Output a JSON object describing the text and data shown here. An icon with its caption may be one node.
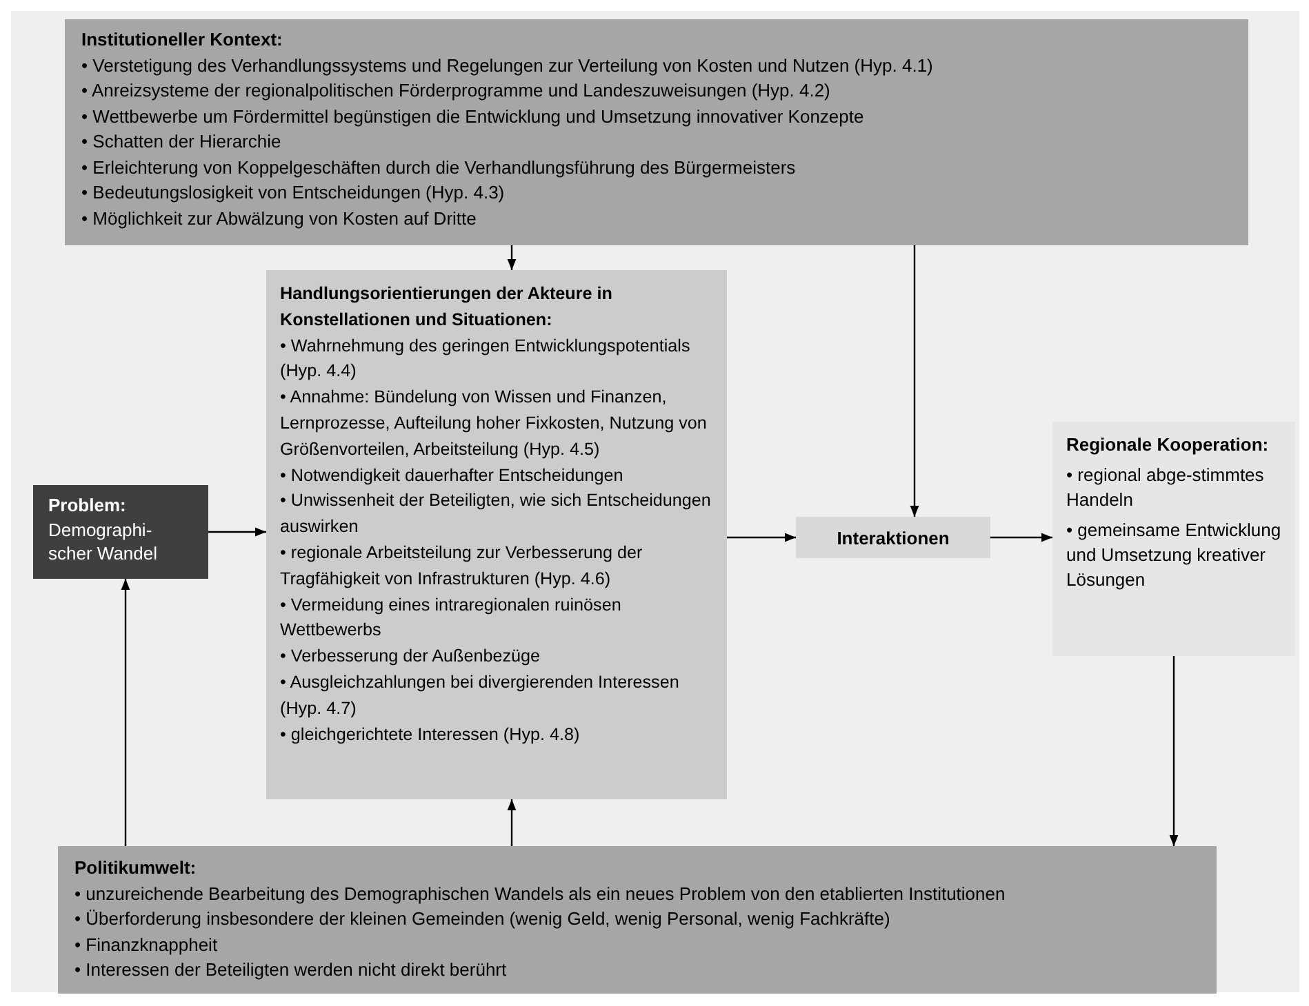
{
  "diagram": {
    "nodes": [
      {
        "text": [
          "Institutioneller Kontext:",
          "• Verstetigung des Verhandlungssystems und Regelungen zur Verteilung von Kosten und Nutzen (Hyp. 4.1)",
          "• Anreizsysteme der regionalpolitischen Förderprogramme und Landeszuweisungen (Hyp. 4.2)",
          "• Wettbewerbe um Fördermittel begünstigen die Entwicklung und Umsetzung innovativer Konzepte",
          "• Schatten der Hierarchie",
          "• Erleichterung von Koppelgeschäften durch die Verhandlungsführung des Bürgermeisters",
          "• Bedeutungslosigkeit von Entscheidungen (Hyp. 4.3)",
          "• Möglichkeit zur Abwälzung von Kosten auf Dritte"
        ]
      },
      {
        "text": [
          "Problem:",
          "Demographi-scher Wandel"
        ]
      },
      {
        "text": [
          "Handlungsorientierungen der Akteure in Konstellationen und Situationen:",
          "• Wahrnehmung des geringen Entwicklungspotentials (Hyp. 4.4)",
          "• Annahme: Bündelung von Wissen und Finanzen, Lernprozesse, Aufteilung hoher Fixkosten, Nutzung von Größenvorteilen, Arbeitsteilung (Hyp. 4.5)",
          "• Notwendigkeit dauerhafter Entscheidungen",
          "• Unwissenheit der Beteiligten, wie sich Entscheidungen auswirken",
          "• regionale Arbeitsteilung zur Verbesserung der Tragfähigkeit von Infrastrukturen (Hyp. 4.6)",
          "• Vermeidung eines intraregionalen ruinösen Wettbewerbs",
          "• Verbesserung der Außenbezüge",
          "• Ausgleichzahlungen bei divergierenden Interessen (Hyp. 4.7)",
          "• gleichgerichtete Interessen (Hyp. 4.8)"
        ]
      },
      {
        "text": [
          "Interaktionen"
        ]
      },
      {
        "text": [
          "Regionale Kooperation:",
          "• regional abge-stimmtes Handeln",
          "• gemeinsame Entwicklung und Umsetzung kreativer Lösungen"
        ]
      },
      {
        "text": [
          "Politikumwelt:",
          "• unzureichende Bearbeitung des Demographischen Wandels als ein neues Problem von den etablierten Institutionen",
          "• Überforderung insbesondere der kleinen Gemeinden (wenig Geld, wenig Personal, wenig Fachkräfte)",
          "• Finanzknappheit",
          "• Interessen der Beteiligten werden nicht direkt berührt"
        ]
      }
    ],
    "edges": [
      {
        "from": 0,
        "to": 2,
        "arrow": "to"
      },
      {
        "from": 0,
        "to": 3,
        "arrow": "to"
      },
      {
        "from": 1,
        "to": 2,
        "arrow": "to"
      },
      {
        "from": 2,
        "to": 3,
        "arrow": "to"
      },
      {
        "from": 3,
        "to": 4,
        "arrow": "to"
      },
      {
        "from": 4,
        "to": 5,
        "arrow": "to"
      },
      {
        "from": 5,
        "to": 2,
        "arrow": "to"
      },
      {
        "from": 5,
        "to": 1,
        "arrow": "to"
      }
    ]
  }
}
